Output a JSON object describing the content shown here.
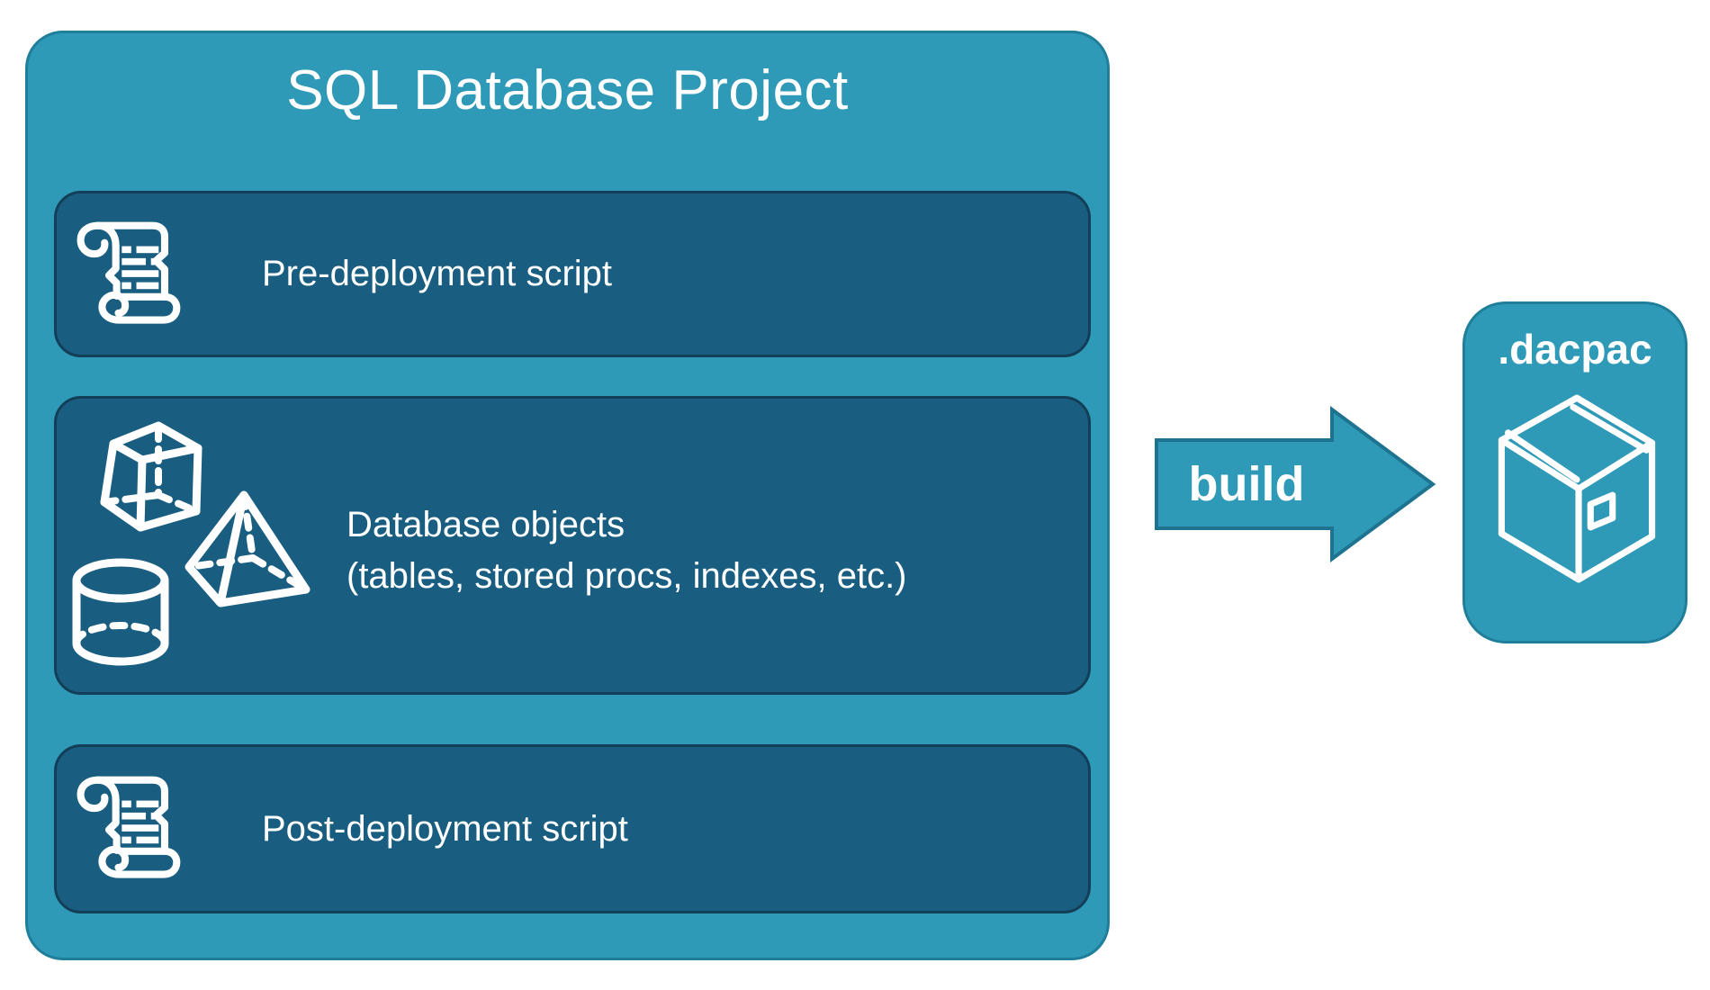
{
  "project": {
    "title": "SQL Database Project",
    "panels": [
      {
        "icon": "scroll-icon",
        "label": "Pre-deployment script"
      },
      {
        "icon": "3d-shapes-icon",
        "label": "Database objects",
        "sublabel": "(tables, stored procs, indexes, etc.)"
      },
      {
        "icon": "scroll-icon",
        "label": "Post-deployment script"
      }
    ]
  },
  "build_arrow": {
    "label": "build"
  },
  "dacpac": {
    "title": ".dacpac",
    "icon": "package-icon"
  },
  "colors": {
    "teal_fill": "#2E9AB7",
    "teal_border": "#1F7E99",
    "panel_fill": "#195E80",
    "panel_border": "#133E58",
    "arrow_border": "#1E7490",
    "text": "#FFFFFF",
    "background": "#FFFFFF"
  }
}
